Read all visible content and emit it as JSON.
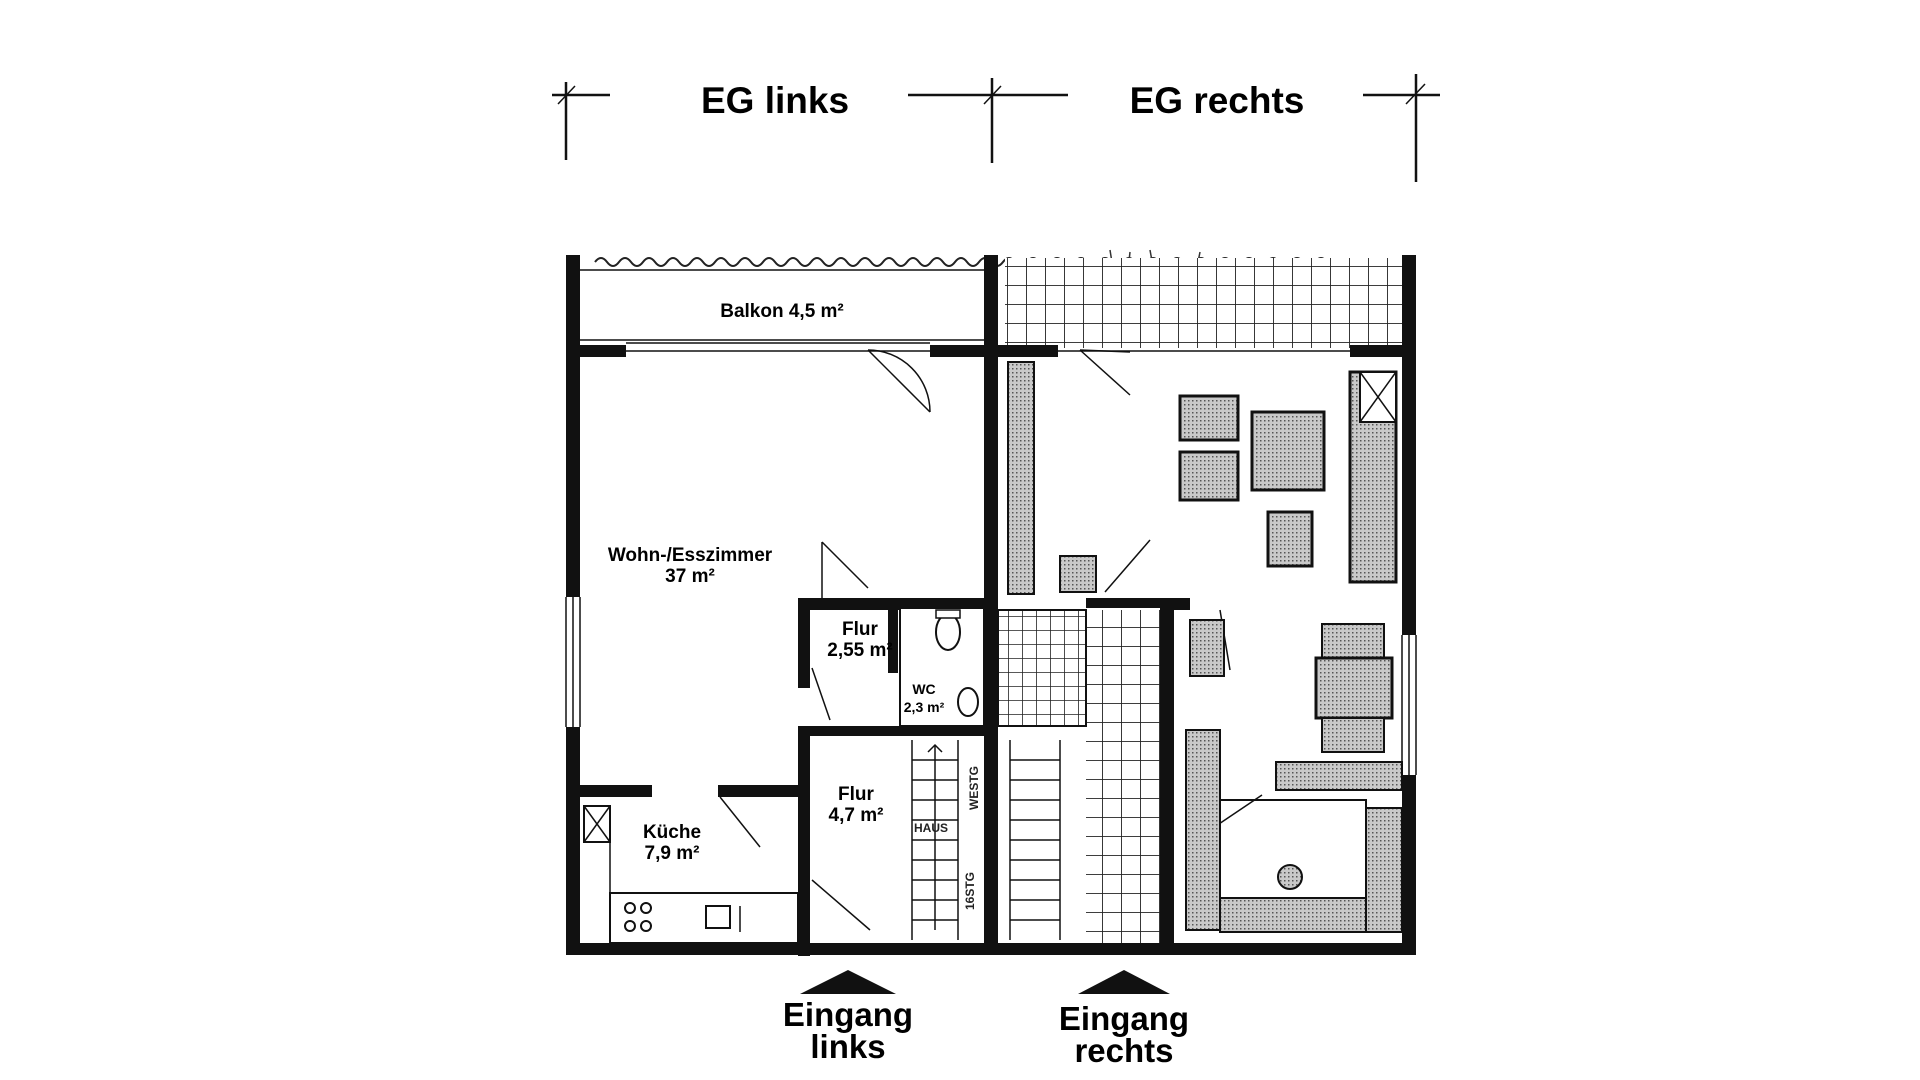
{
  "header": {
    "left_title": "EG links",
    "right_title": "EG rechts"
  },
  "rooms": {
    "balkon": "Balkon 4,5 m²",
    "wohn_name": "Wohn-/Esszimmer",
    "wohn_area": "37 m²",
    "flur_upper_name": "Flur",
    "flur_upper_area": "2,55 m²",
    "wc_name": "WC",
    "wc_area": "2,3 m²",
    "flur_lower_name": "Flur",
    "flur_lower_area": "4,7 m²",
    "kueche_name": "Küche",
    "kueche_area": "7,9 m²"
  },
  "stairs": {
    "text_a": "HAUS",
    "text_b": "16STG",
    "text_c": "WESTG"
  },
  "entrances": {
    "left_line1": "Eingang",
    "left_line2": "links",
    "right_line1": "Eingang",
    "right_line2": "rechts"
  }
}
